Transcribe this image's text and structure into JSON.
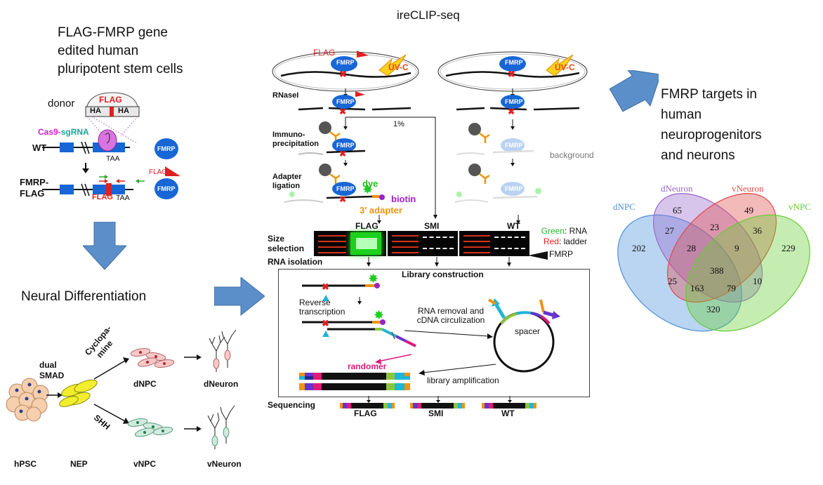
{
  "left": {
    "title_lines": [
      "FLAG-FMRP gene",
      "edited human",
      "pluripotent stem cells"
    ],
    "donor_label": "donor",
    "donor_flag": "FLAG",
    "donor_ha_left": "HA",
    "donor_ha_right": "HA",
    "cas9_label": "Cas9-",
    "sgrna_label": "sgRNA",
    "wt_label": "WT",
    "taa_top": "TAA",
    "fmrp_flag_label_1": "FMRP-",
    "fmrp_flag_label_2": "FLAG",
    "flag_gene_label": "FLAG",
    "taa_bottom": "TAA",
    "protein_fmrp_1": "FMRP",
    "protein_flag": "FLAG",
    "protein_fmrp_2": "FMRP",
    "neural_diff": "Neural Differentiation",
    "dual_smad_1": "dual",
    "dual_smad_2": "SMAD",
    "cyclopamine_1": "Cyclopa-",
    "cyclopamine_2": "mine",
    "shh": "SHH",
    "dnpc": "dNPC",
    "dneuron": "dNeuron",
    "vnpc": "vNPC",
    "vneuron": "vNeuron",
    "hpsc": "hPSC",
    "nep": "NEP"
  },
  "middle": {
    "title": "ireCLIP-seq",
    "flag": "FLAG",
    "fmrp": "FMRP",
    "uvc": "UV-C",
    "rnasei": "RNaseI",
    "one_percent": "1%",
    "immuno_1": "Immuno-",
    "immuno_2": "precipitation",
    "background": "background",
    "adapter_1": "Adapter",
    "adapter_2": "ligation",
    "dye": "dye",
    "biotin": "biotin",
    "adapter3": "3' adapter",
    "size_1": "Size",
    "size_2": "selection",
    "lane_flag": "FLAG",
    "lane_smi": "SMI",
    "lane_wt": "WT",
    "legend_green_word": "Green",
    "legend_green_rest": ": RNA",
    "legend_red_word": "Red",
    "legend_red_rest": ": ladder",
    "legend_fmrp": "FMRP",
    "rna_isolation": "RNA isolation",
    "library_construction": "Library construction",
    "reverse_1": "Reverse",
    "reverse_2": "transcription",
    "rna_removal_1": "RNA removal and",
    "rna_removal_2": "cDNA circulization",
    "spacer": "spacer",
    "randomer": "randomer",
    "library_amp": "library amplification",
    "sequencing": "Sequencing",
    "seq_flag": "FLAG",
    "seq_smi": "SMI",
    "seq_wt": "WT"
  },
  "right": {
    "title_lines": [
      "FMRP targets in",
      "human",
      "neuroprogenitors",
      "and neurons"
    ],
    "venn": {
      "sets": [
        {
          "name": "dNPC",
          "color": "#4a90d9"
        },
        {
          "name": "dNeuron",
          "color": "#9966cc"
        },
        {
          "name": "vNeuron",
          "color": "#e04a4a"
        },
        {
          "name": "vNPC",
          "color": "#66cc33"
        }
      ],
      "counts": {
        "dNPC_only": "202",
        "dNeuron_only": "65",
        "vNeuron_only": "49",
        "vNPC_only": "229",
        "dNPC_dNeuron": "27",
        "dNeuron_vNeuron": "23",
        "vNeuron_vNPC": "36",
        "dNPC_dNeuron_vNeuron": "28",
        "dNeuron_vNeuron_vNPC": "9",
        "all": "388",
        "dNPC_vNeuron": "25",
        "dNeuron_vNPC": "10",
        "dNPC_vNeuron_vNPC": "163",
        "dNPC_dNeuron_vNPC": "79",
        "dNPC_vNPC": "320"
      }
    }
  },
  "colors": {
    "arrow_blue": "#5b8fc9",
    "fmrp_blue": "#1766d6",
    "flag_red": "#e02020",
    "green_text": "#22bb22",
    "magenta": "#d31fd3",
    "orange": "#f0930c",
    "purple": "#9b22c9"
  }
}
